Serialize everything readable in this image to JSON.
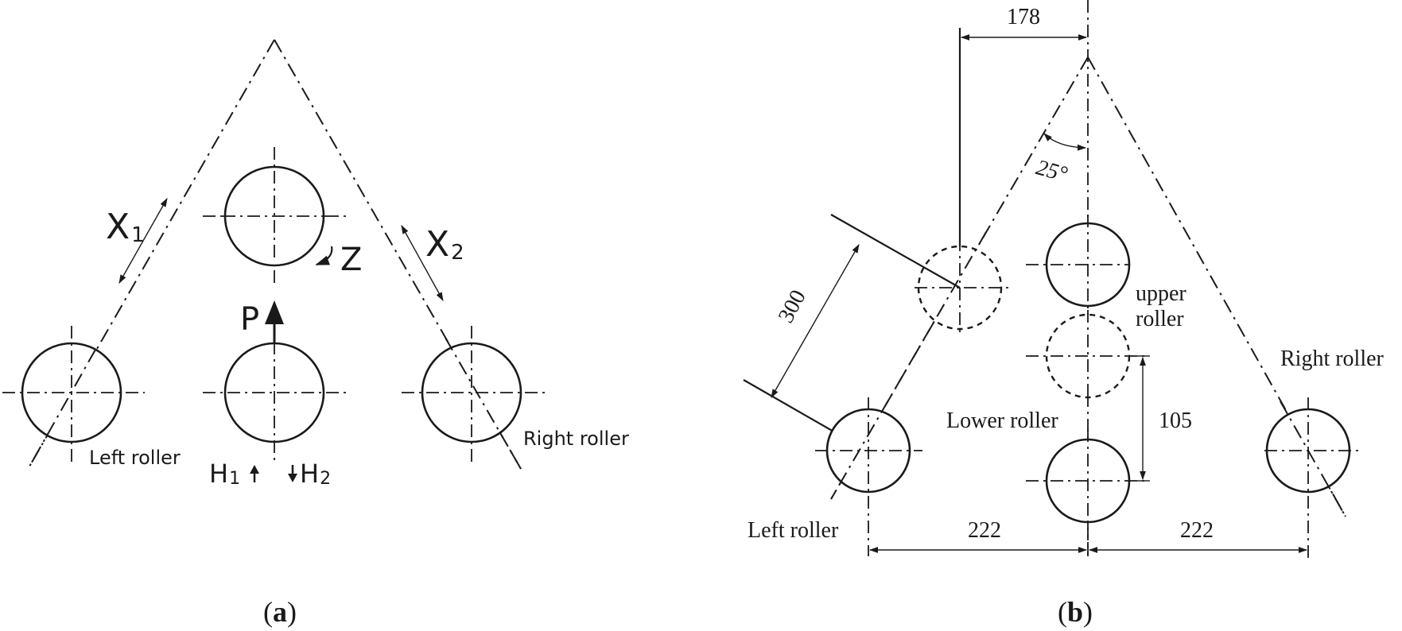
{
  "panel_a": {
    "caption": "a",
    "labels": {
      "x1_main": "X",
      "x1_sub": "1",
      "x2_main": "X",
      "x2_sub": "2",
      "z": "Z",
      "p": "P",
      "h1_main": "H",
      "h1_sub": "1",
      "h2_main": "H",
      "h2_sub": "2",
      "left_roller": "Left roller",
      "right_roller": "Right roller"
    }
  },
  "panel_b": {
    "caption": "b",
    "labels": {
      "upper_roller_line1": "upper",
      "upper_roller_line2": "roller",
      "lower_roller": "Lower roller",
      "left_roller": "Left roller",
      "right_roller": "Right roller"
    },
    "dimensions": {
      "top_offset": "178",
      "diagonal": "300",
      "angle": "25°",
      "vertical_gap": "105",
      "left_span": "222",
      "right_span": "222"
    }
  }
}
